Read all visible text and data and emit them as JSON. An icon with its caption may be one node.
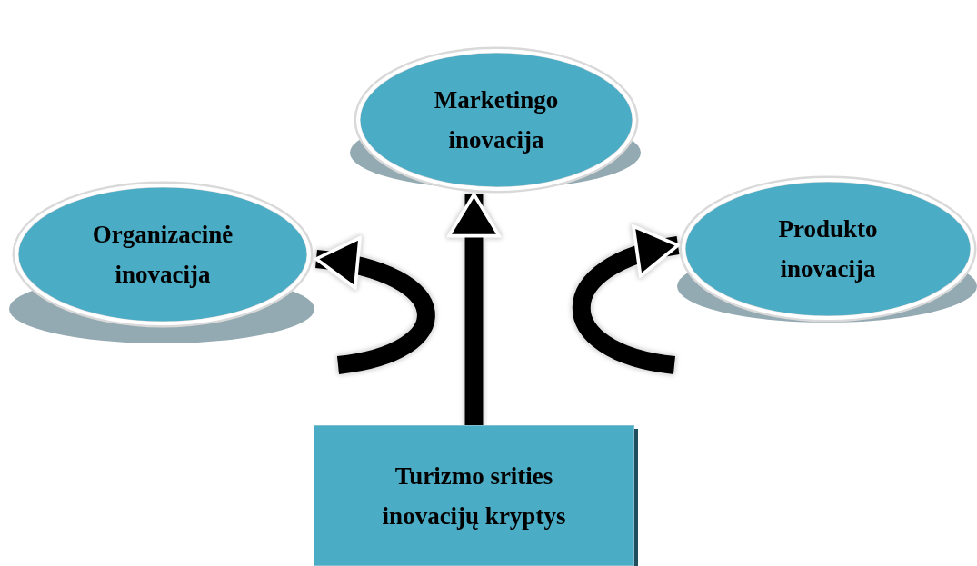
{
  "diagram": {
    "nodes": [
      {
        "text": [
          "Marketingo inovacija"
        ]
      },
      {
        "text": [
          "Organizacinė inovacija"
        ]
      },
      {
        "text": [
          "Produkto inovacija"
        ]
      },
      {
        "text": [
          "Turizmo srities inovacijų kryptys"
        ]
      }
    ],
    "edges": [
      {
        "from": 3,
        "to": 0,
        "arrow": "to"
      },
      {
        "from": null,
        "to": 1,
        "arrow": "to"
      },
      {
        "from": null,
        "to": 2,
        "arrow": "to"
      }
    ]
  }
}
